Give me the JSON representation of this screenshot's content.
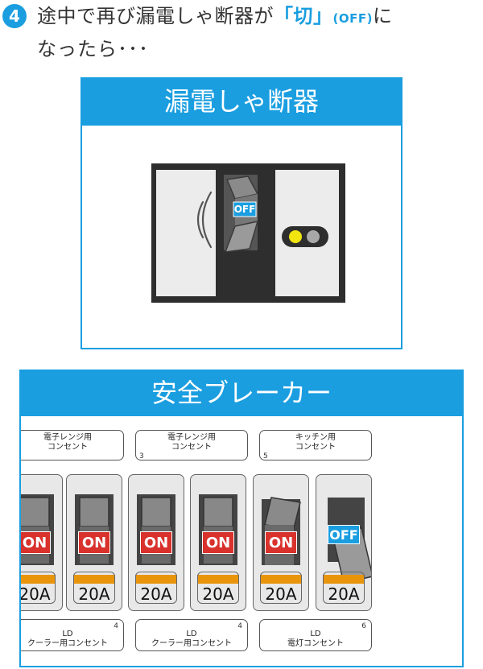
{
  "instruction": {
    "step_number": "4",
    "line1_prefix": "途中で再び漏電しゃ断器が",
    "line1_highlight": "「切」",
    "line1_small": "(OFF)",
    "line1_suffix": "に",
    "line2": "なったら･･･"
  },
  "leakage_breaker": {
    "title": "漏電しゃ断器",
    "switch_label": "OFF",
    "lamps": [
      {
        "name": "lamp-yellow",
        "color": "#f1e40f"
      },
      {
        "name": "lamp-gray",
        "color": "#a8a8a8"
      }
    ]
  },
  "main_breaker": {
    "title": "安全ブレーカー",
    "top_labels": [
      {
        "line1": "電子レンジ用",
        "line2": "コンセント",
        "number": ""
      },
      {
        "line1": "電子レンジ用",
        "line2": "コンセント",
        "number": "3"
      },
      {
        "line1": "キッチン用",
        "line2": "コンセント",
        "number": "5"
      }
    ],
    "bottom_labels": [
      {
        "line1": "LD",
        "line2": "クーラー用コンセント",
        "number": "4"
      },
      {
        "line1": "LD",
        "line2": "クーラー用コンセント",
        "number": "4"
      },
      {
        "line1": "LD",
        "line2": "電灯コンセント",
        "number": "6"
      }
    ],
    "breakers": [
      {
        "state": "ON",
        "amperage": "20A"
      },
      {
        "state": "ON",
        "amperage": "20A"
      },
      {
        "state": "ON",
        "amperage": "20A"
      },
      {
        "state": "ON",
        "amperage": "20A"
      },
      {
        "state": "ON",
        "amperage": "20A"
      },
      {
        "state": "OFF",
        "amperage": "20A"
      }
    ]
  },
  "colors": {
    "accent_blue": "#1a9ee0",
    "on_red": "#d9312c",
    "rating_orange": "#e9950c"
  }
}
